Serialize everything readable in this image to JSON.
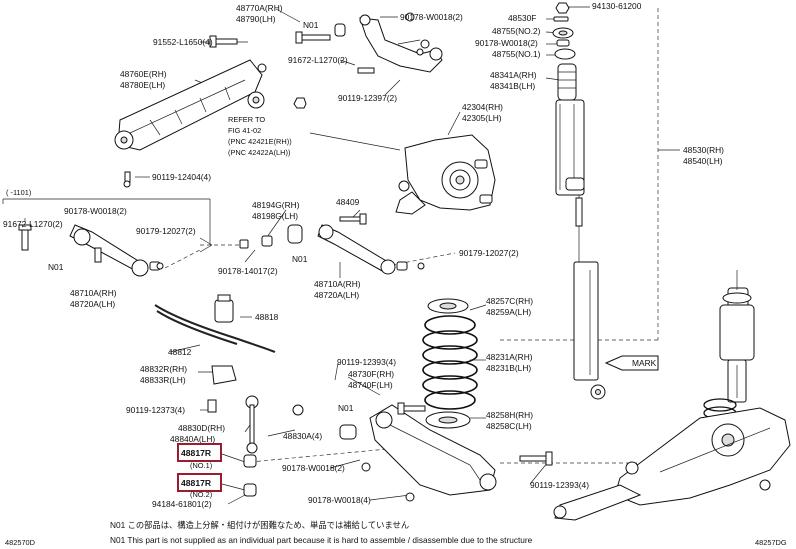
{
  "labels": {
    "l_94130": "94130-61200",
    "l_48530F": "48530F",
    "l_48755_2": "48755(NO.2)",
    "l_90178_top2": "90178-W0018(2)",
    "l_48755_1": "48755(NO.1)",
    "l_48341A": "48341A(RH)",
    "l_48341B": "48341B(LH)",
    "l_48530": "48530(RH)",
    "l_48540": "48540(LH)",
    "l_48770A": "48770A(RH)",
    "l_48790": "48790(LH)",
    "l_N01_top": "N01",
    "l_90178_top1": "90178-W0018(2)",
    "l_91552": "91552-L1650(4)",
    "l_91672_top": "91672-L1270(2)",
    "l_48760E": "48760E(RH)",
    "l_48780E": "48780E(LH)",
    "l_90119_12397": "90119-12397(2)",
    "l_refer1": "REFER TO",
    "l_refer2": "FIG 41-02",
    "l_refer3": "(PNC 42421E(RH))",
    "l_refer4": "(PNC 42422A(LH))",
    "l_42304": "42304(RH)",
    "l_42305": "42305(LH)",
    "l_90119_12404": "90119-12404(4)",
    "l_bracket": "(  -1101)",
    "l_90178_box": "90178-W0018(2)",
    "l_91672_box": "91672-L1270(2)",
    "l_90179_box": "90179-12027(2)",
    "l_N01_box": "N01",
    "l_48710A_box": "48710A(RH)",
    "l_48720A_box": "48720A(LH)",
    "l_48194G": "48194G(RH)",
    "l_48198G": "48198G(LH)",
    "l_48409": "48409",
    "l_N01_mid": "N01",
    "l_90178_14017": "90178-14017(2)",
    "l_90179_mid": "90179-12027(2)",
    "l_48710A": "48710A(RH)",
    "l_48720A": "48720A(LH)",
    "l_48818": "48818",
    "l_48812": "48812",
    "l_48832R": "48832R(RH)",
    "l_48833R": "48833R(LH)",
    "l_90119_12373": "90119-12373(4)",
    "l_48830D": "48830D(RH)",
    "l_48840A": "48840A(LH)",
    "l_48830A": "48830A(4)",
    "l_48817R_1": "48817R",
    "l_no1": "(NO.1)",
    "l_48817R_2": "48817R",
    "l_no2": "(NO.2)",
    "l_94184": "94184-61801(2)",
    "l_48257C": "48257C(RH)",
    "l_48259A": "48259A(LH)",
    "l_48231A": "48231A(RH)",
    "l_48231B": "48231B(LH)",
    "l_90119_12393a": "90119-12393(4)",
    "l_48730F": "48730F(RH)",
    "l_48740F": "48740F(LH)",
    "l_N01_low": "N01",
    "l_48258H": "48258H(RH)",
    "l_48258C": "48258C(LH)",
    "l_mark": "MARK",
    "l_90178_low1": "90178-W0018(2)",
    "l_90119_12393b": "90119-12393(4)",
    "l_90178_low2": "90178-W0018(4)",
    "note_jp": "N01 この部品は、構造上分解・組付けが困難なため、単品では補給していません",
    "note_en": "N01 This part is not supplied as an individual part because it is hard to assemble / disassemble due to the structure",
    "corner_left": "482570D",
    "corner_right": "48257DG"
  },
  "colors": {
    "highlight": "#9b1c2e",
    "line": "#222222"
  }
}
